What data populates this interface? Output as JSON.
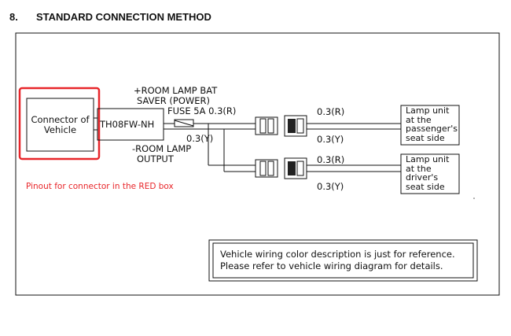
{
  "section": {
    "number": "8.",
    "title": "STANDARD CONNECTION METHOD"
  },
  "diagram": {
    "vehicle_connector": {
      "line1": "Connector of",
      "line2": "Vehicle"
    },
    "harness_label": "TH08FW-NH",
    "room_lamp_bat_saver": {
      "line1": "+ROOM LAMP BAT",
      "line2": "SAVER (POWER)"
    },
    "fuse_label": "FUSE 5A 0.3(R)",
    "minus_room_lamp": {
      "line1": "-ROOM LAMP",
      "line2": "OUTPUT"
    },
    "wire_y_main": "0.3(Y)",
    "top_branch": {
      "wire_r": "0.3(R)",
      "wire_y": "0.3(Y)"
    },
    "bottom_branch": {
      "wire_r": "0.3(R)",
      "wire_y": "0.3(Y)"
    },
    "lamp_passenger": {
      "line1": "Lamp unit",
      "line2": "at the",
      "line3": "passenger's",
      "line4": "seat side"
    },
    "lamp_driver": {
      "line1": "Lamp unit",
      "line2": "at the",
      "line3": "driver's",
      "line4": "seat side"
    },
    "red_note": "Pinout for connector in the RED box",
    "note": {
      "line1": "Vehicle wiring color description is just for reference.",
      "line2": "Please refer to vehicle wiring diagram for details."
    },
    "colors": {
      "highlight": "#e8262a",
      "line": "#111111"
    }
  }
}
